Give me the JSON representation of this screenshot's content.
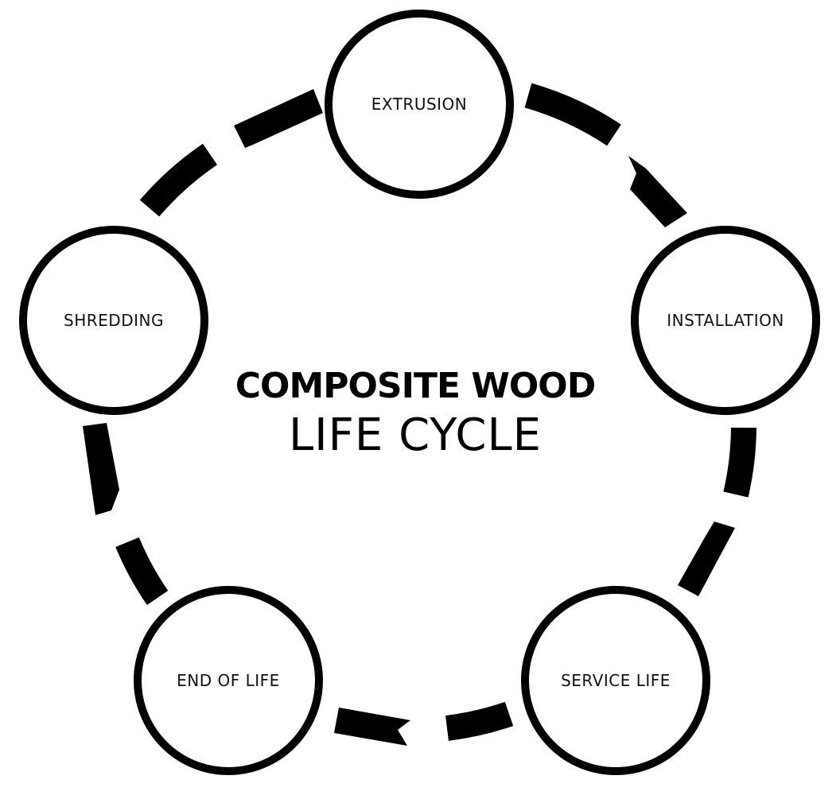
{
  "title": {
    "line1": "COMPOSITE WOOD",
    "line2": "LIFE CYCLE"
  },
  "stages": [
    {
      "id": "extrusion",
      "label": "EXTRUSION"
    },
    {
      "id": "installation",
      "label": "INSTALLATION"
    },
    {
      "id": "service-life",
      "label": "SERVICE LIFE"
    },
    {
      "id": "end-of-life",
      "label": "END OF LIFE"
    },
    {
      "id": "shredding",
      "label": "SHREDDING"
    }
  ],
  "colors": {
    "ink": "#000000",
    "background": "#ffffff"
  },
  "flow_direction": "clockwise"
}
